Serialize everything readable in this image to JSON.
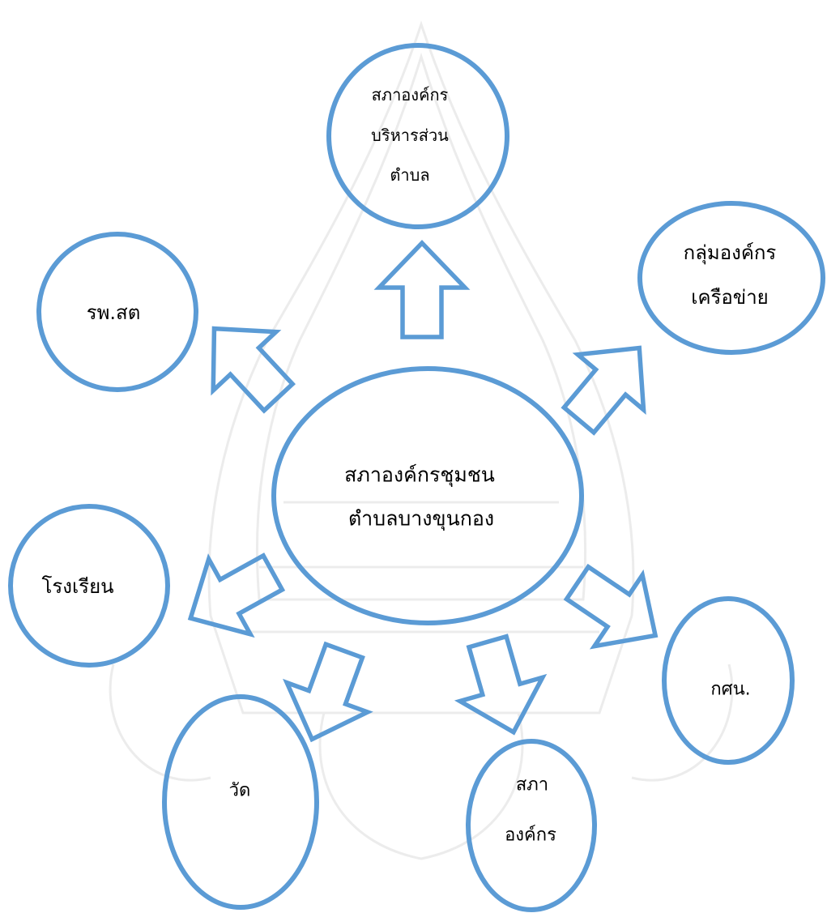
{
  "diagram": {
    "colors": {
      "stroke": "#5B9BD5",
      "text": "#000000",
      "watermark": "#ececec"
    },
    "center": {
      "lines": [
        "สภาองค์กรชุมชน",
        "ตำบลบางขุนกอง"
      ]
    },
    "nodes": [
      {
        "lines": [
          "สภาองค์กร",
          "บริหารส่วน",
          "ตำบล"
        ]
      },
      {
        "lines": [
          "กลุ่มองค์กร",
          "เครือข่าย"
        ]
      },
      {
        "lines": [
          "รพ.สต"
        ]
      },
      {
        "lines": [
          "โรงเรียน"
        ]
      },
      {
        "lines": [
          "กศน."
        ]
      },
      {
        "lines": [
          "วัด"
        ]
      },
      {
        "lines": [
          "สภา",
          "องค์กร"
        ]
      }
    ]
  }
}
